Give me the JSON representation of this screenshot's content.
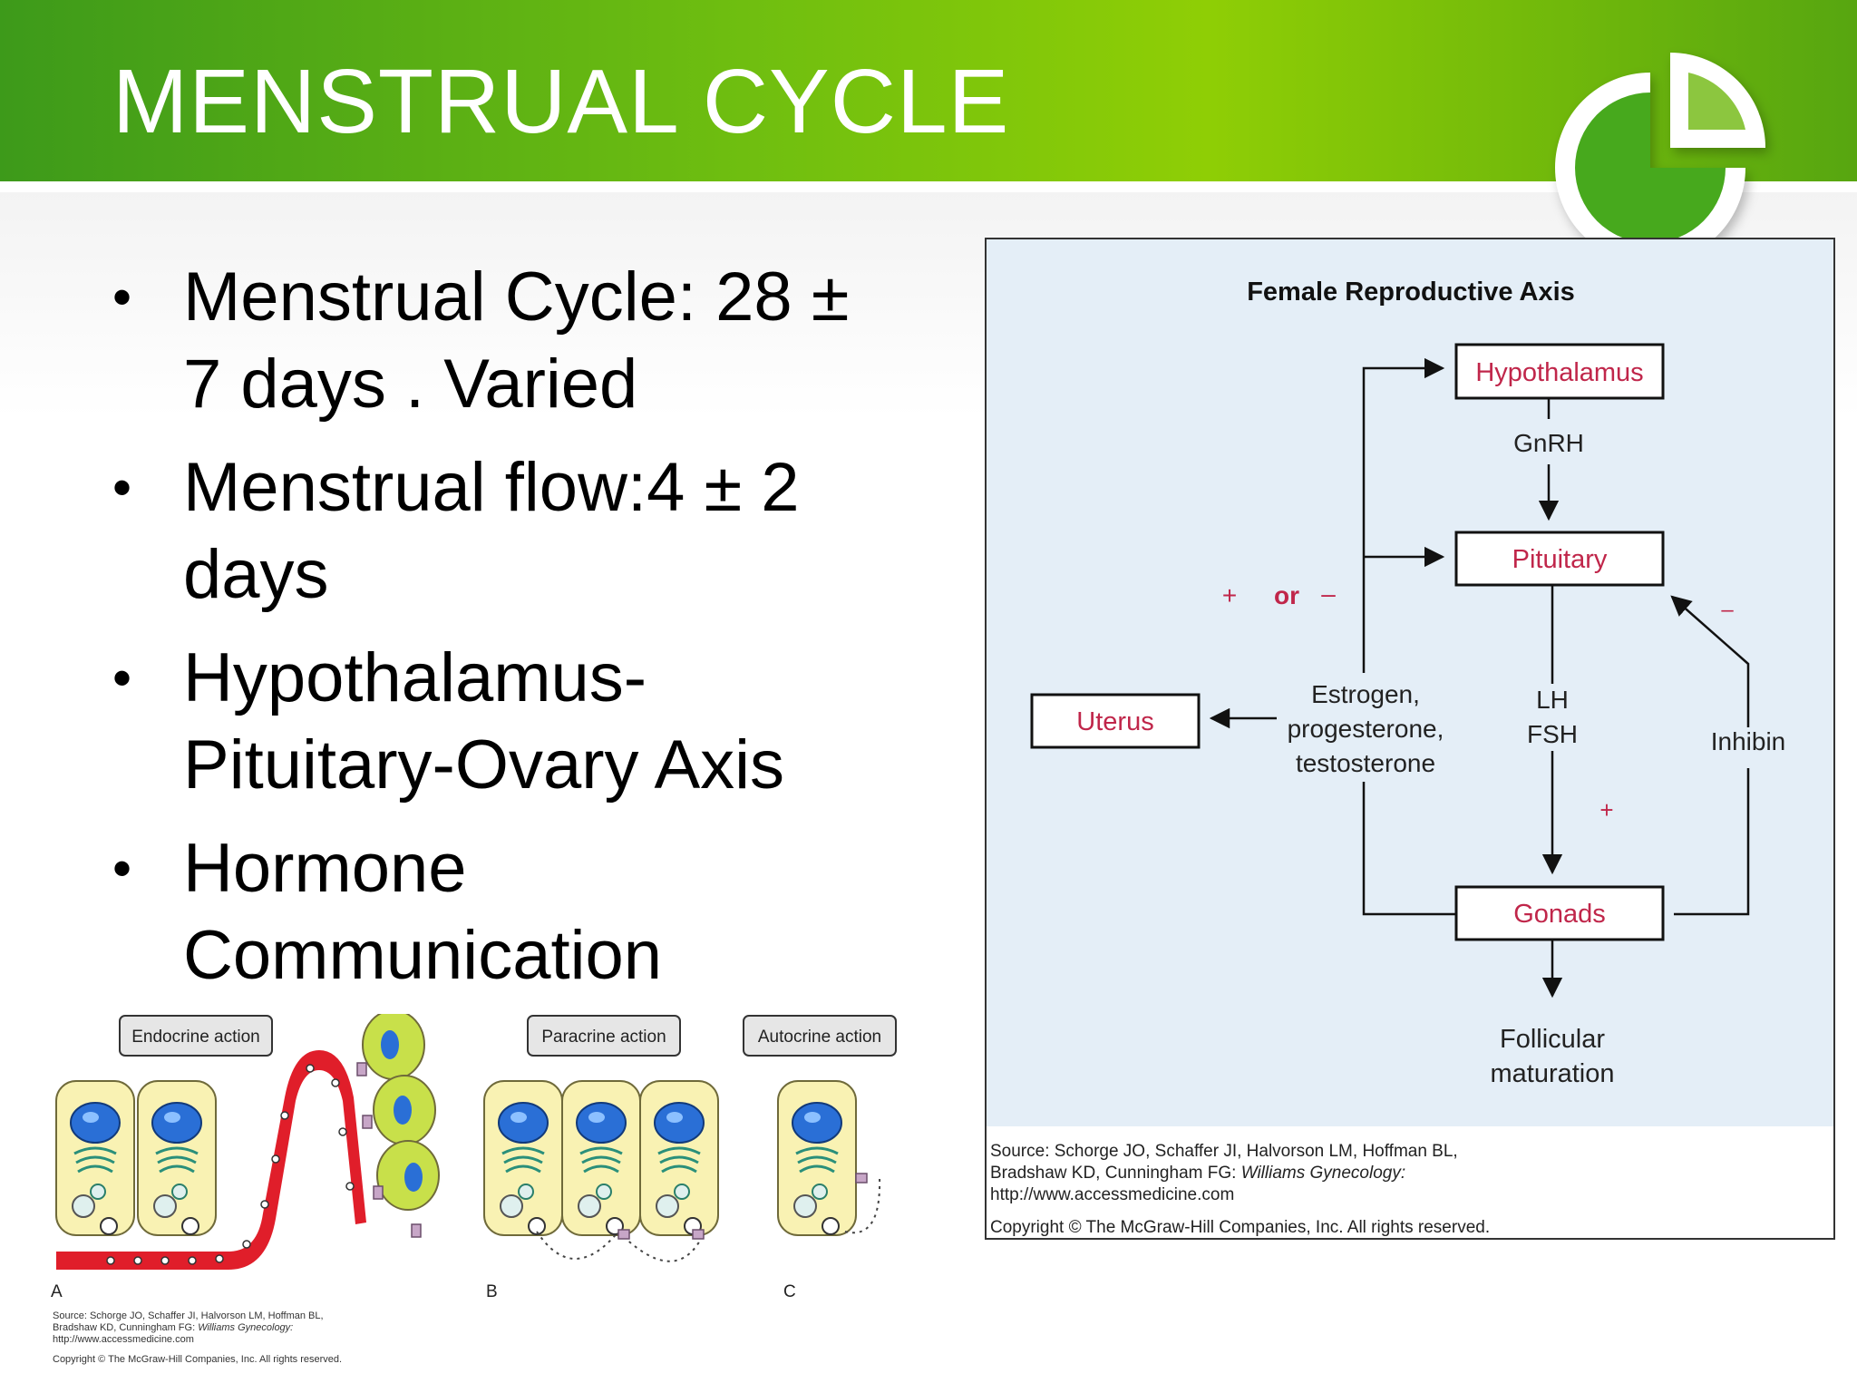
{
  "slide": {
    "title": "MENSTRUAL CYCLE",
    "bullets": [
      {
        "text": "Menstrual Cycle: 28 ±\n7 days . Varied"
      },
      {
        "text": "Menstrual flow:4 ± 2\ndays"
      },
      {
        "text": "Hypothalamus-\nPituitary-Ovary Axis"
      },
      {
        "text": "Hormone\nCommunication"
      }
    ]
  },
  "colors": {
    "header_green": "#6fbe10",
    "box_label_red": "#c0264a",
    "diagram_bg": "#e4eef7",
    "cell_yellow": "#f9f2b3",
    "vessel_red": "#e01e2a",
    "nucleus_blue": "#2a6fd6"
  },
  "axis_figure": {
    "title": "Female Reproductive Axis",
    "hypothalamus": "Hypothalamus",
    "gnrh": "GnRH",
    "pituitary": "Pituitary",
    "plus_or_minus": {
      "plus": "+",
      "or": "or",
      "minus": "–"
    },
    "minus_inhibin": "–",
    "lh": "LH",
    "fsh": "FSH",
    "plus_gonad": "+",
    "uterus": "Uterus",
    "steroids": [
      "Estrogen,",
      "progesterone,",
      "testosterone"
    ],
    "inhibin": "Inhibin",
    "gonads": "Gonads",
    "follicular": [
      "Follicular",
      "maturation"
    ],
    "source_lines": [
      "Source: Schorge JO, Schaffer JI, Halvorson LM, Hoffman BL,",
      "Bradshaw KD, Cunningham FG: ",
      "http://www.accessmedicine.com"
    ],
    "source_book": "Williams Gynecology:",
    "copyright": "Copyright © The McGraw-Hill Companies, Inc. All rights reserved."
  },
  "cells_figure": {
    "labels": {
      "endocrine": "Endocrine action",
      "paracrine": "Paracrine action",
      "autocrine": "Autocrine action"
    },
    "panels": {
      "a": "A",
      "b": "B",
      "c": "C"
    },
    "source_lines": [
      "Source: Schorge JO, Schaffer JI, Halvorson LM, Hoffman BL,",
      "Bradshaw KD, Cunningham FG: ",
      "http://www.accessmedicine.com"
    ],
    "source_book": "Williams Gynecology:",
    "copyright": "Copyright © The McGraw-Hill Companies, Inc. All rights reserved."
  }
}
